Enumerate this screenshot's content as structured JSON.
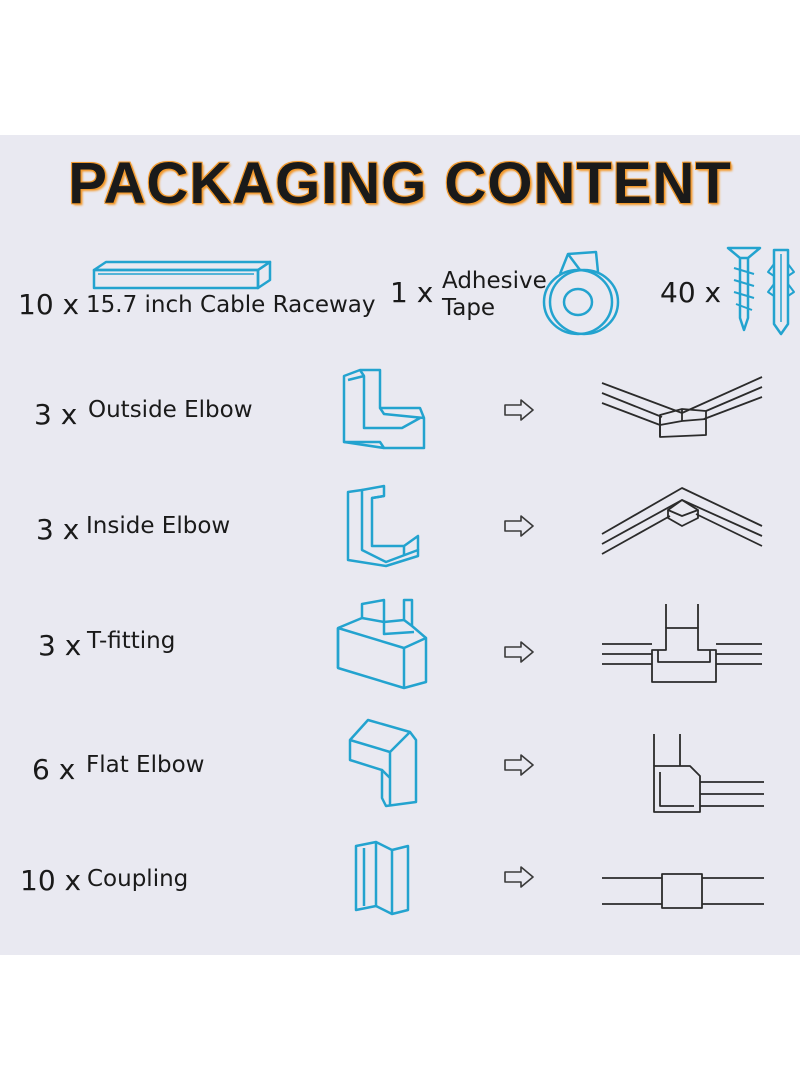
{
  "title": "PACKAGING CONTENT",
  "top_items": [
    {
      "qty": "10 x",
      "label": "15.7 inch Cable Raceway",
      "icon": "cable-raceway-icon"
    },
    {
      "qty": "1 x",
      "label_line1": "Adhesive",
      "label_line2": "Tape",
      "icon": "adhesive-tape-icon"
    },
    {
      "qty": "40 x",
      "icon": "screw-and-anchor-icon"
    }
  ],
  "rows": [
    {
      "qty": "3 x",
      "label": "Outside Elbow",
      "icon": "outside-elbow-icon",
      "result_icon": "outside-elbow-installed-icon"
    },
    {
      "qty": "3 x",
      "label": "Inside Elbow",
      "icon": "inside-elbow-icon",
      "result_icon": "inside-elbow-installed-icon"
    },
    {
      "qty": "3 x",
      "label": "T-fitting",
      "icon": "t-fitting-icon",
      "result_icon": "t-fitting-installed-icon"
    },
    {
      "qty": "6 x",
      "label": "Flat Elbow",
      "icon": "flat-elbow-icon",
      "result_icon": "flat-elbow-installed-icon"
    },
    {
      "qty": "10 x",
      "label": "Coupling",
      "icon": "coupling-icon",
      "result_icon": "coupling-installed-icon"
    }
  ],
  "colors": {
    "accent": "#23a3cf",
    "title_glow": "#f29a2e",
    "panel": "#e9e9f1"
  }
}
